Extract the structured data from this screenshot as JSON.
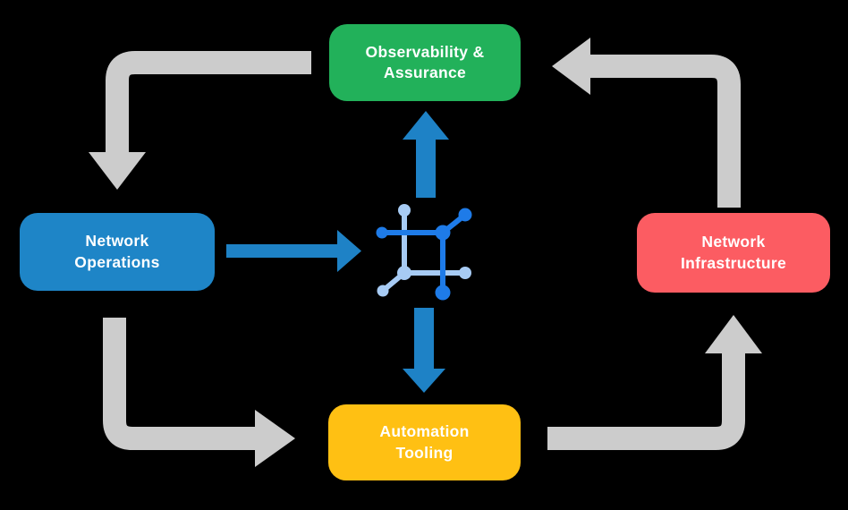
{
  "diagram": {
    "title": "Network automation lifecycle diagram",
    "background": "#000000",
    "nodes": [
      {
        "id": "observability-assurance",
        "label": "Observability &\nAssurance",
        "color": "#22B15A"
      },
      {
        "id": "network-operations",
        "label": "Network\nOperations",
        "color": "#1E85C7"
      },
      {
        "id": "network-infrastructure",
        "label": "Network\nInfrastructure",
        "color": "#FC5C62"
      },
      {
        "id": "automation-tooling",
        "label": "Automation\nTooling",
        "color": "#FFC013"
      }
    ],
    "center_icon": "network-mesh-icon",
    "colors": {
      "arrow_gray": "#CCCCCC",
      "arrow_blue": "#1E82C6",
      "icon_dark_blue": "#1E7BE8",
      "icon_light_blue": "#A7CBF4",
      "text": "#FFFFFF"
    },
    "flows": [
      {
        "from": "observability-assurance",
        "to": "network-operations",
        "style": "gray"
      },
      {
        "from": "network-operations",
        "to": "automation-tooling",
        "style": "gray"
      },
      {
        "from": "automation-tooling",
        "to": "network-infrastructure",
        "style": "gray"
      },
      {
        "from": "network-infrastructure",
        "to": "observability-assurance",
        "style": "gray"
      },
      {
        "from": "network-operations",
        "to": "center-icon",
        "style": "blue"
      },
      {
        "from": "center-icon",
        "to": "observability-assurance",
        "style": "blue"
      },
      {
        "from": "center-icon",
        "to": "automation-tooling",
        "style": "blue"
      }
    ]
  }
}
